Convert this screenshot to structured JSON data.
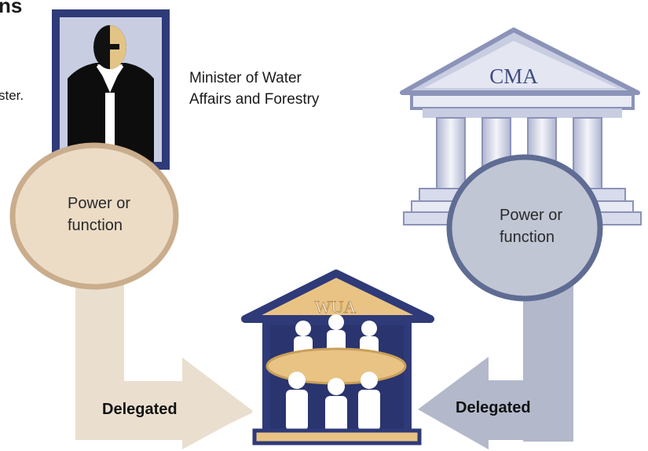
{
  "header": {
    "title": "ns",
    "partial_text": "ster."
  },
  "minister": {
    "label_line1": "Minister of Water",
    "label_line2": "Affairs and Forestry"
  },
  "cma": {
    "name": "CMA"
  },
  "wua": {
    "name": "WUA"
  },
  "left_flow": {
    "bubble_line1": "Power or",
    "bubble_line2": "function",
    "arrow_label": "Delegated"
  },
  "right_flow": {
    "bubble_line1": "Power or",
    "bubble_line2": "function",
    "arrow_label": "Delegated"
  },
  "colors": {
    "navy": "#2f3a78",
    "left_fill": "#ecdcc6",
    "left_stroke": "#c9ad8c",
    "left_arrow": "#eadfcf",
    "right_fill": "#c1c6d4",
    "right_stroke": "#5f6c93",
    "right_arrow": "#b3b9cb",
    "building": "#c8cde2",
    "wua_roof": "#e8c384"
  }
}
